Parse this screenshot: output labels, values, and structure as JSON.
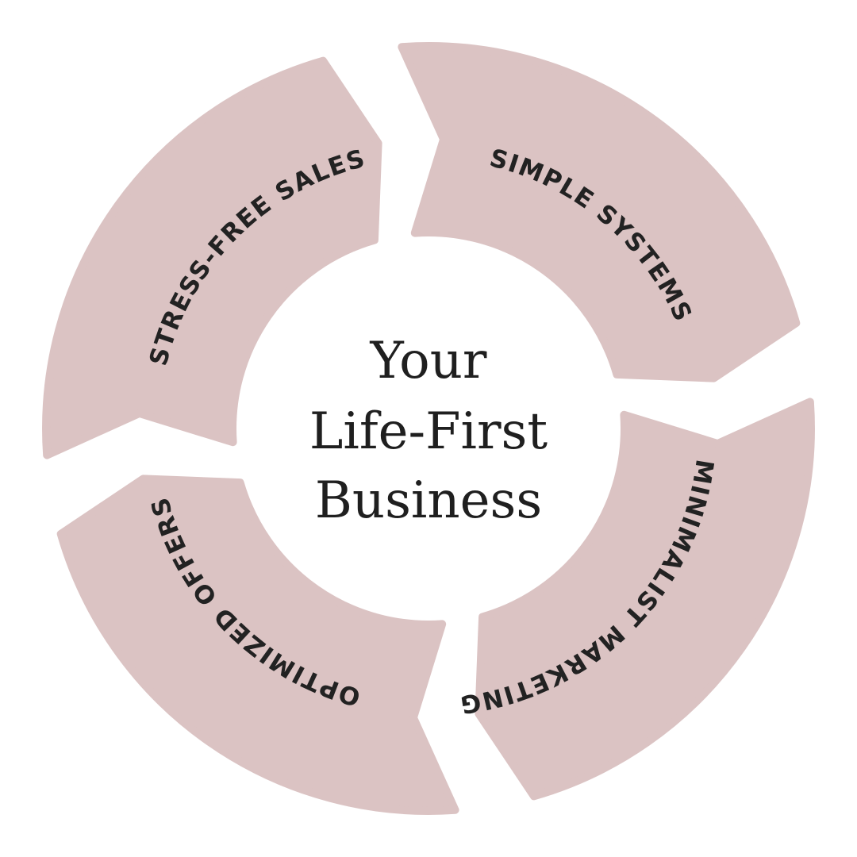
{
  "center": {
    "line1": "Your",
    "line2": "Life-First",
    "line3": "Business"
  },
  "segments": [
    {
      "label": "STRESS-FREE SALES"
    },
    {
      "label": "SIMPLE SYSTEMS"
    },
    {
      "label": "MINIMALIST MARKETING"
    },
    {
      "label": "OPTIMIZED OFFERS"
    }
  ],
  "colors": {
    "segment_fill": "#dbc3c3",
    "text": "#222222",
    "background": "#ffffff"
  }
}
